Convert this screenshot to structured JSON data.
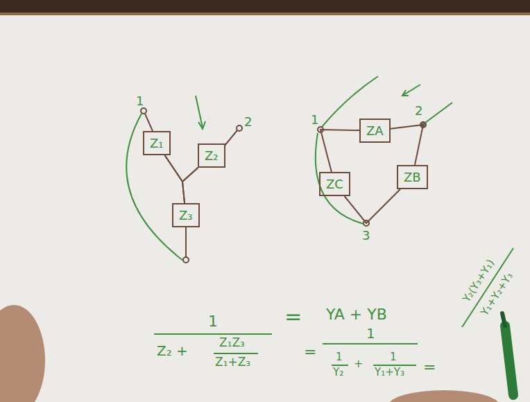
{
  "diagram": {
    "nodes": [
      {
        "text": [
          "Z₁"
        ]
      },
      {
        "text": [
          "Z₂"
        ]
      },
      {
        "text": [
          "Z₃"
        ]
      },
      {
        "text": [
          "ZA"
        ]
      },
      {
        "text": [
          "ZB"
        ]
      },
      {
        "text": [
          "ZC"
        ]
      }
    ],
    "edges": [
      {
        "from": 0,
        "to": 1,
        "arrow": "none"
      },
      {
        "from": 0,
        "to": 2,
        "arrow": "none"
      },
      {
        "from": 1,
        "to": 2,
        "arrow": "none"
      },
      {
        "from": 3,
        "to": 5,
        "arrow": "none"
      },
      {
        "from": 3,
        "to": 4,
        "arrow": "none"
      },
      {
        "from": 4,
        "to": 5,
        "arrow": "none"
      }
    ],
    "labels": [
      "1",
      "2",
      "1",
      "2",
      "3",
      "1",
      "Z₂ +",
      "Z₁Z₃",
      "Z₁+Z₃",
      "=",
      "YA + YB",
      "=",
      "1",
      "1",
      "Y₂",
      "+",
      "1",
      "Y₁+Y₃",
      "=",
      "Y₂(Y₃+Y₁)",
      "Y₁+Y₂+Y₃"
    ]
  }
}
